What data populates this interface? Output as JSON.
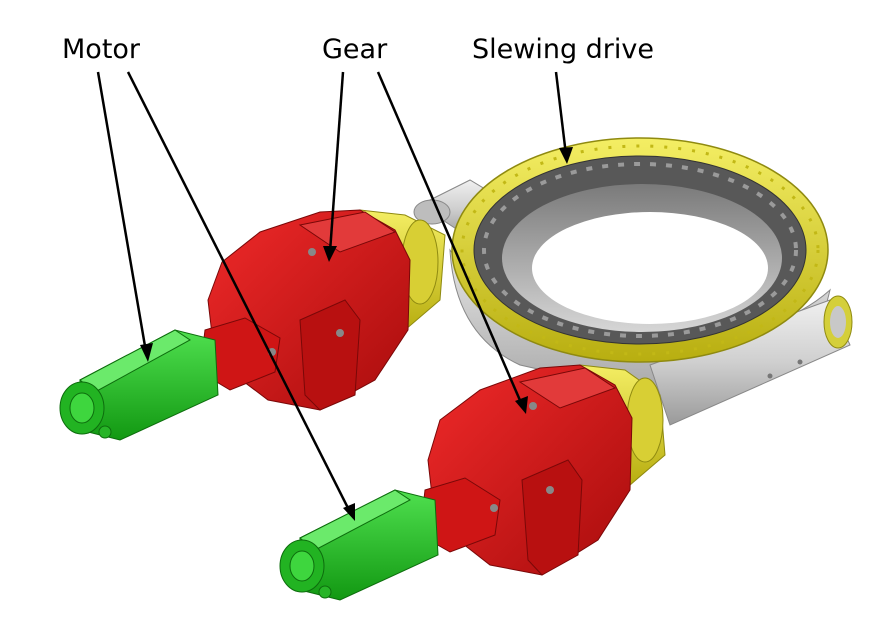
{
  "labels": {
    "motor": "Motor",
    "gear": "Gear",
    "slewing_drive": "Slewing drive"
  },
  "colors": {
    "motor": "#1fc81f",
    "gear": "#d41414",
    "ring": "#e5dc2a",
    "housing": "#c8c8c8",
    "leader": "#000000"
  }
}
